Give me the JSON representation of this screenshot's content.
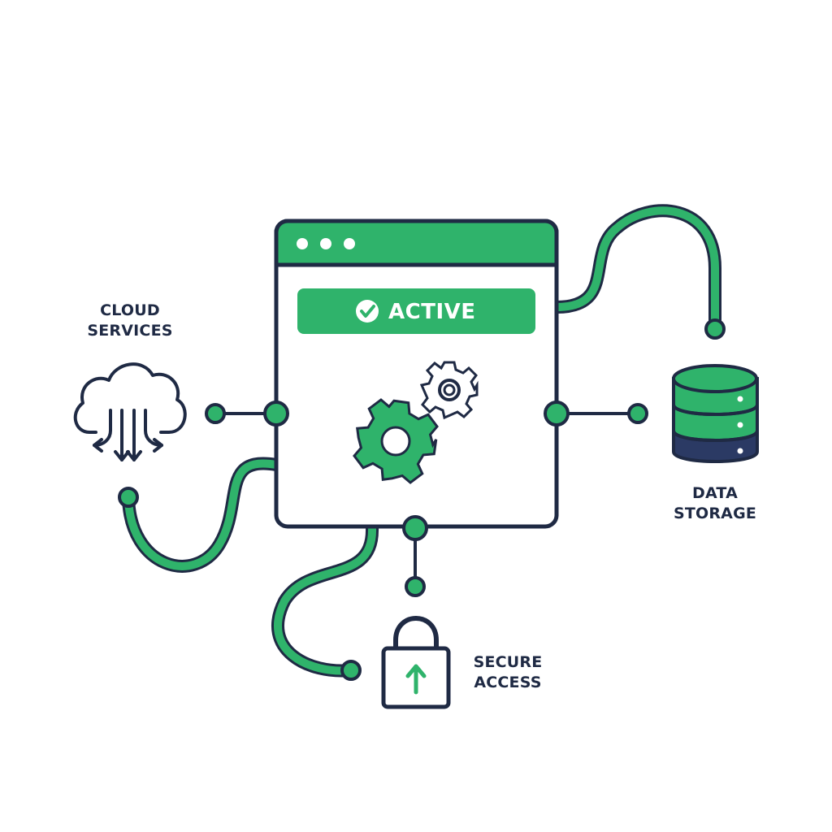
{
  "status_badge": {
    "label": "ACTIVE",
    "icon": "check-circle-icon"
  },
  "nodes": {
    "cloud": {
      "line1": "CLOUD",
      "line2": "SERVICES",
      "icon": "cloud-icon"
    },
    "storage": {
      "line1": "DATA",
      "line2": "STORAGE",
      "icon": "database-icon"
    },
    "secure": {
      "line1": "SECURE",
      "line2": "ACCESS",
      "icon": "lock-icon"
    }
  },
  "window": {
    "icons": [
      "window-dot-icon",
      "gear-icon"
    ]
  },
  "colors": {
    "accent": "#2fb36b",
    "dark": "#1f2a44",
    "background": "#ffffff"
  }
}
